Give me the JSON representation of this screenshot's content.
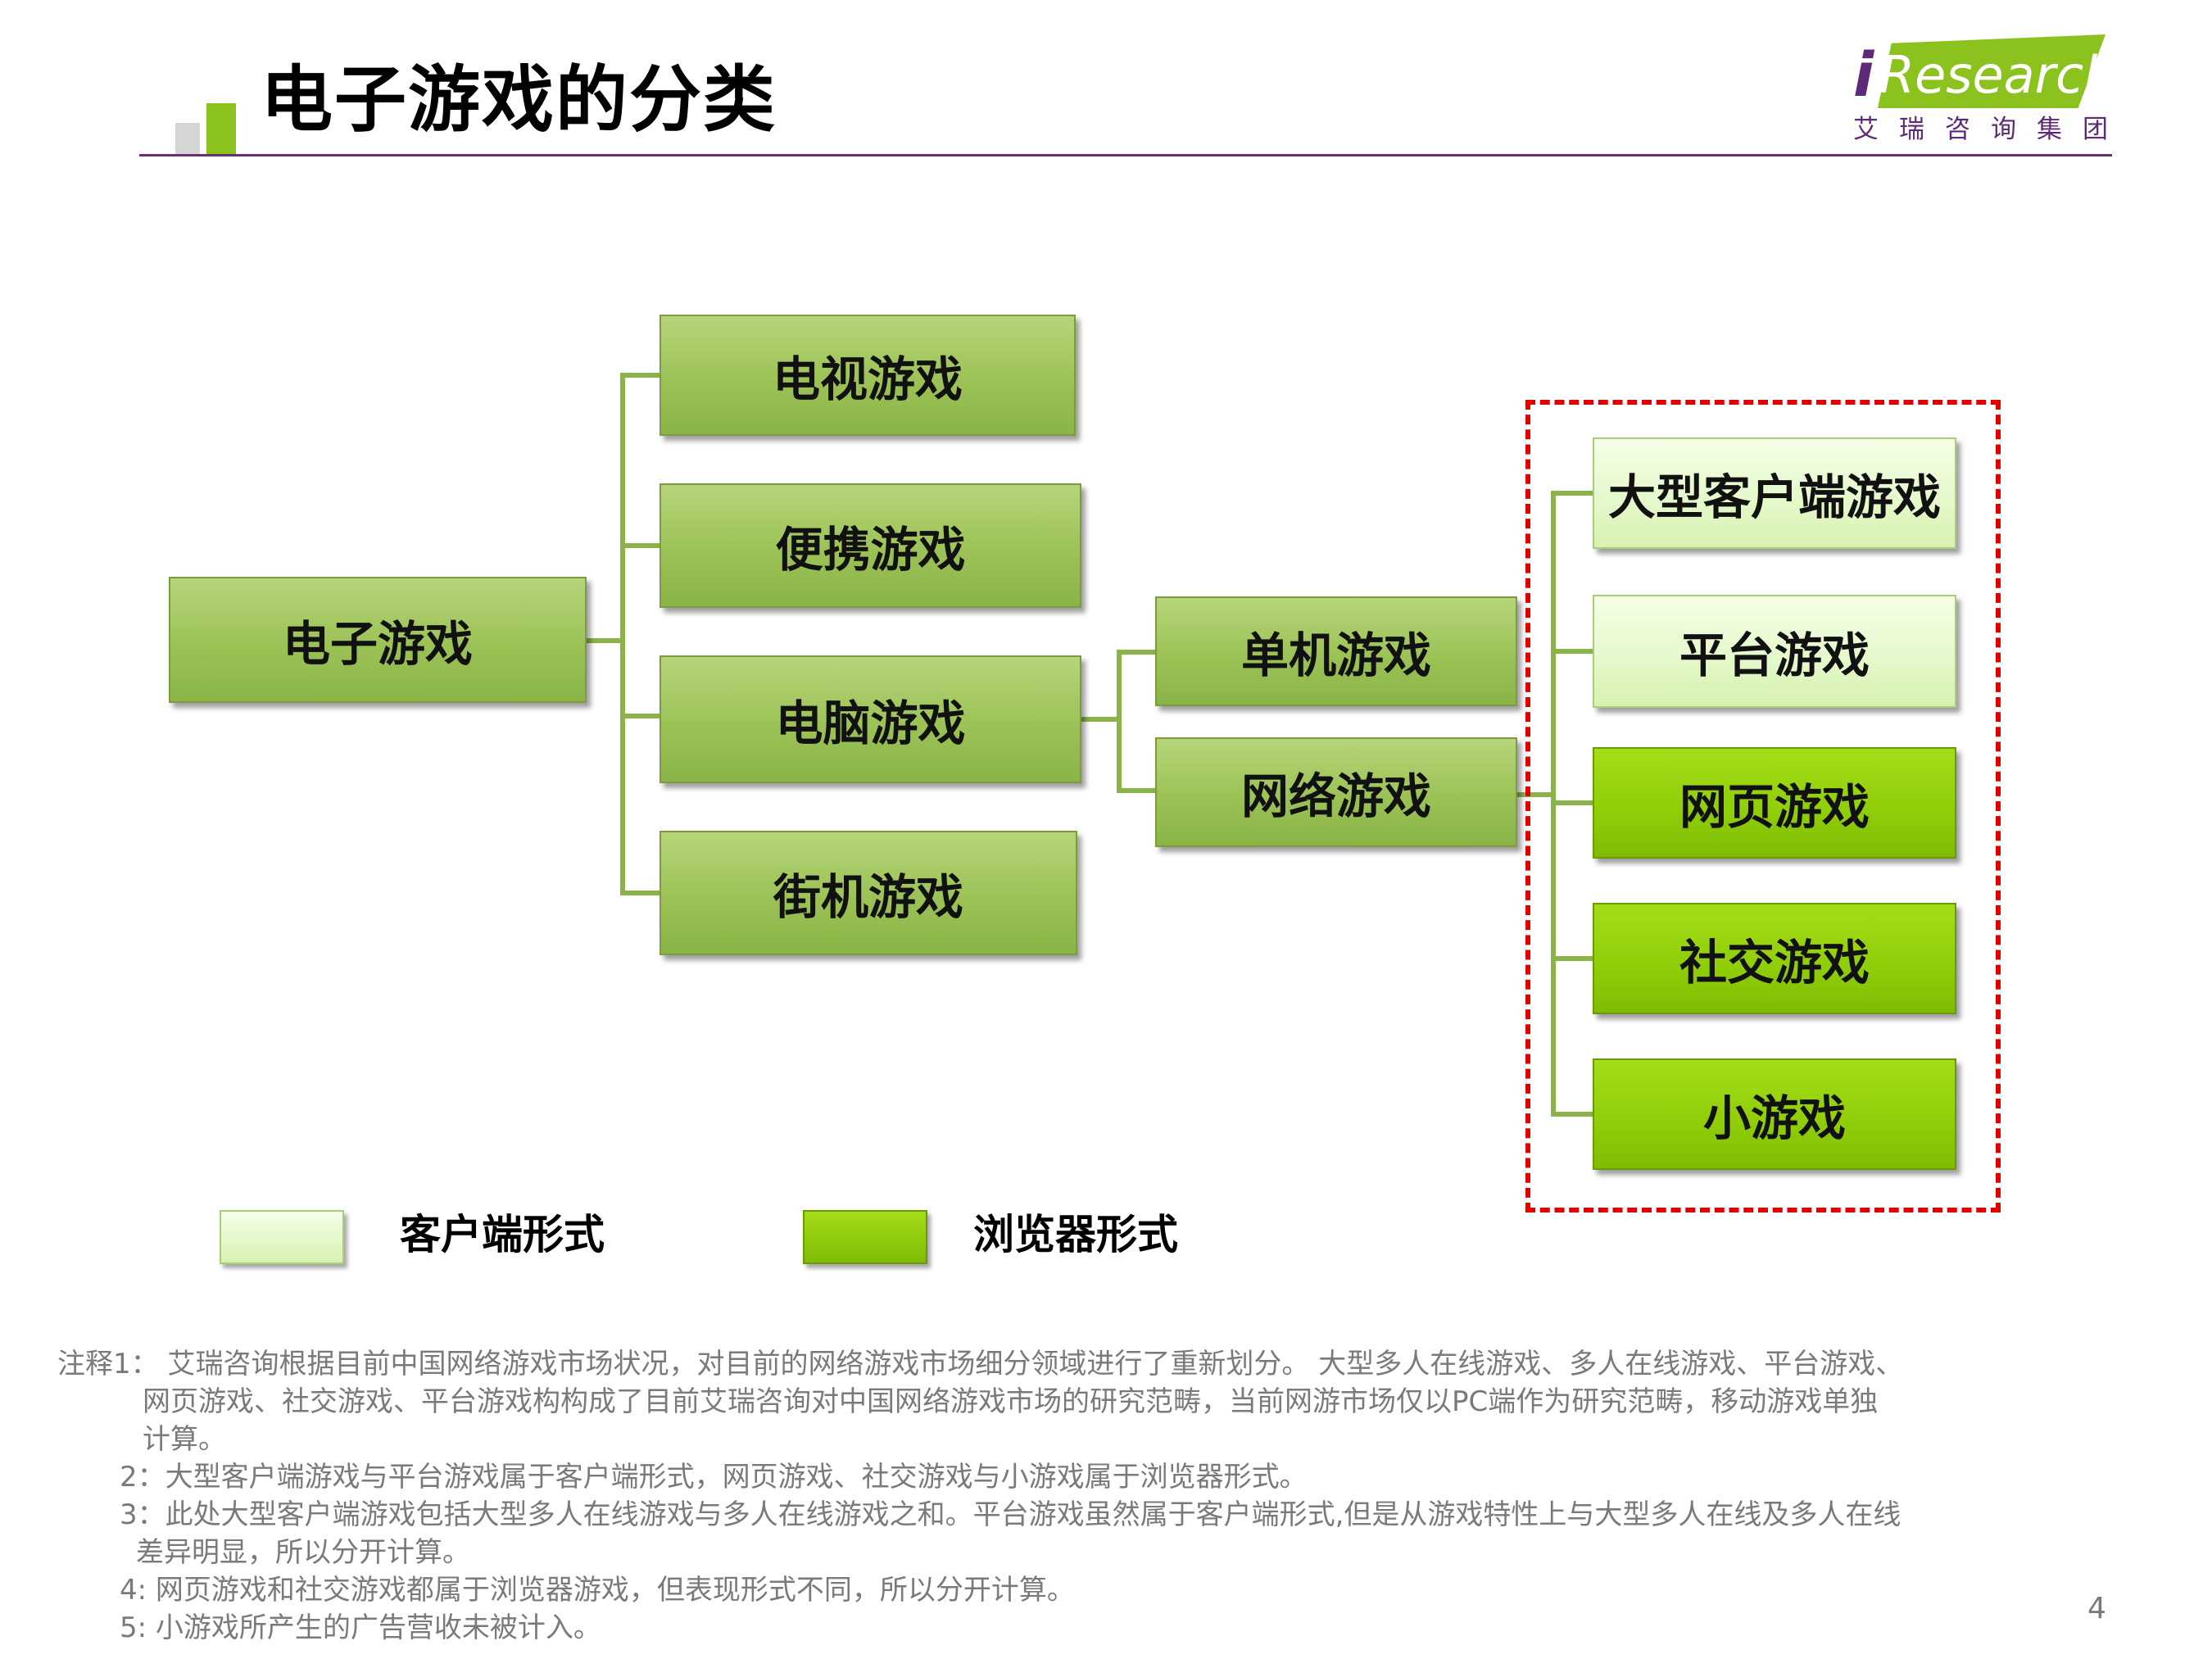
{
  "header": {
    "title": "电子游戏的分类",
    "logo_i": "i",
    "logo_text": "Research",
    "logo_sub": "艾瑞咨询集团"
  },
  "diagram": {
    "root": "电子游戏",
    "level1": [
      "电视游戏",
      "便携游戏",
      "电脑游戏",
      "街机游戏"
    ],
    "level2": [
      "单机游戏",
      "网络游戏"
    ],
    "level3": [
      "大型客户端游戏",
      "平台游戏",
      "网页游戏",
      "社交游戏",
      "小游戏"
    ]
  },
  "legend": {
    "client_label": "客户端形式",
    "browser_label": "浏览器形式"
  },
  "notes": {
    "lines": [
      "注释1：  艾瑞咨询根据目前中国网络游戏市场状况，对目前的网络游戏市场细分领域进行了重新划分。 大型多人在线游戏、多人在线游戏、平台游戏、",
      "网页游戏、社交游戏、平台游戏构构成了目前艾瑞咨询对中国网络游戏市场的研究范畴，当前网游市场仅以PC端作为研究范畴，移动游戏单独",
      "计算。",
      "2：大型客户端游戏与平台游戏属于客户端形式，网页游戏、社交游戏与小游戏属于浏览器形式。",
      "3：此处大型客户端游戏包括大型多人在线游戏与多人在线游戏之和。平台游戏虽然属于客户端形式,但是从游戏特性上与大型多人在线及多人在线",
      "差异明显，所以分开计算。",
      "4: 网页游戏和社交游戏都属于浏览器游戏，但表现形式不同，所以分开计算。",
      "5: 小游戏所产生的广告营收未被计入。"
    ]
  },
  "page_number": "4",
  "colors": {
    "olive_box": "#9cc256",
    "client_box": "#e4f8c9",
    "browser_box": "#8fcd08",
    "connector": "#8ab447",
    "frame": "#e10000",
    "title_rule": "#6b2f74",
    "accent_green": "#8cc21d"
  }
}
